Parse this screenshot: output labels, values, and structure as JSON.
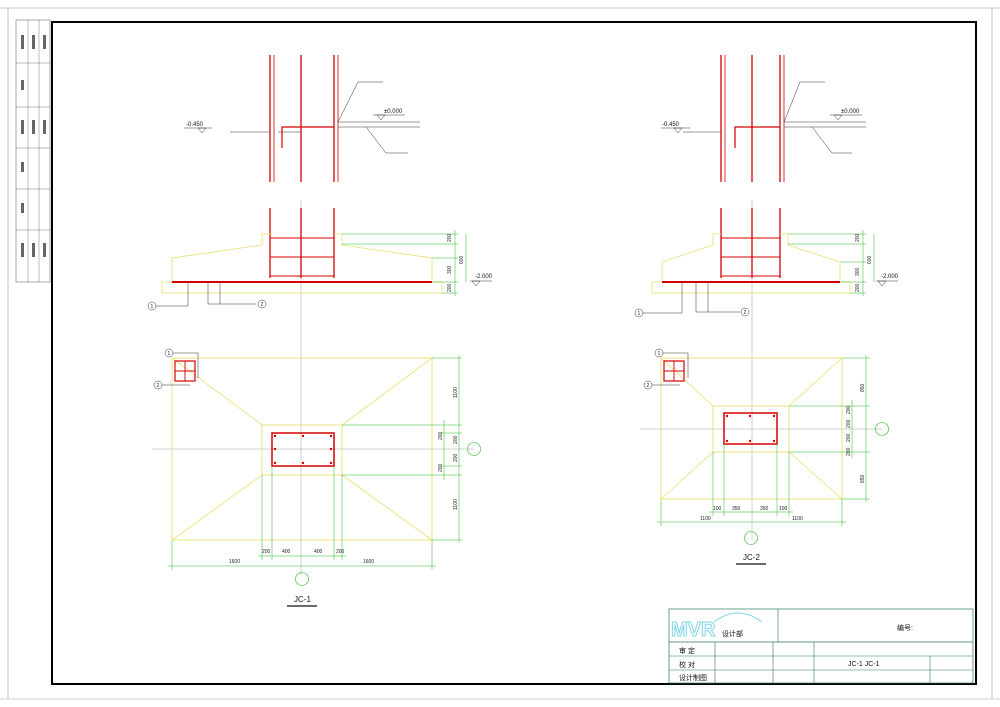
{
  "drawing": {
    "sheet_title": "JC-1 JC-1",
    "number_label": "编号:",
    "logo_text": "MVR",
    "dept": "设计部"
  },
  "title_block": {
    "rows": [
      "审  定",
      "校  对",
      "设计制图"
    ]
  },
  "footings": [
    {
      "id": "jc1",
      "label": "JC-1",
      "col_elev": "-0.450",
      "ground_elev": "±0.000",
      "base_elev": "-2.000",
      "section_dims": [
        "200",
        "300",
        "200",
        "600"
      ],
      "plan_vdims": [
        "1100",
        "200",
        "200",
        "1100"
      ],
      "plan_vdims_short": [
        "200",
        "200"
      ],
      "plan_hdims_inner": [
        "200",
        "400",
        "400",
        "200"
      ],
      "plan_hdims_outer": [
        "1600",
        "1600"
      ],
      "markers": [
        "1",
        "2"
      ]
    },
    {
      "id": "jc2",
      "label": "JC-2",
      "col_elev": "-0.450",
      "ground_elev": "±0.000",
      "base_elev": "-2.000",
      "section_dims": [
        "200",
        "300",
        "200",
        "600"
      ],
      "plan_vdims": [
        "850",
        "200",
        "200",
        "200",
        "200",
        "850"
      ],
      "plan_hdims_inner": [
        "100",
        "350",
        "350",
        "100"
      ],
      "plan_hdims_outer": [
        "1100",
        "1100"
      ],
      "markers": [
        "1",
        "2"
      ]
    }
  ],
  "colors": {
    "rebar": "#d60000",
    "concrete": "#e8e070",
    "dimension": "#22bb22",
    "leader": "#333333",
    "frame": "#000000",
    "title_block": "#2d7a4a",
    "logo": "#7fd4ea"
  }
}
